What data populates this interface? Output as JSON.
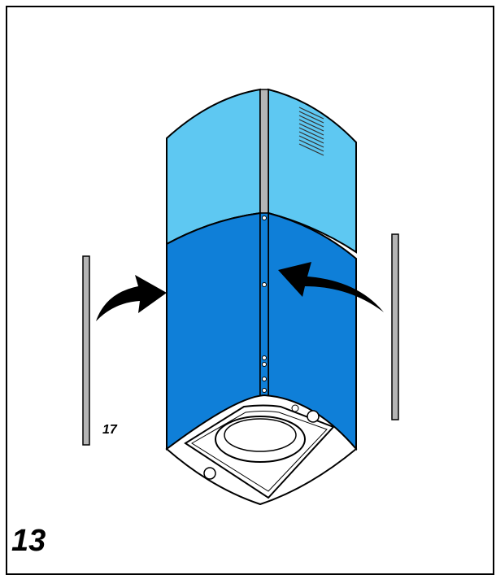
{
  "figure": {
    "part_label": "17",
    "step_number": "13"
  },
  "colors": {
    "upper_panel": "#5ec8f2",
    "lower_panel": "#0f7fd8",
    "strip": "#b5b5b5",
    "outline": "#000000",
    "background": "#ffffff"
  },
  "icons": {
    "left_arrow": "curved-arrow-right",
    "right_arrow": "curved-arrow-left"
  }
}
